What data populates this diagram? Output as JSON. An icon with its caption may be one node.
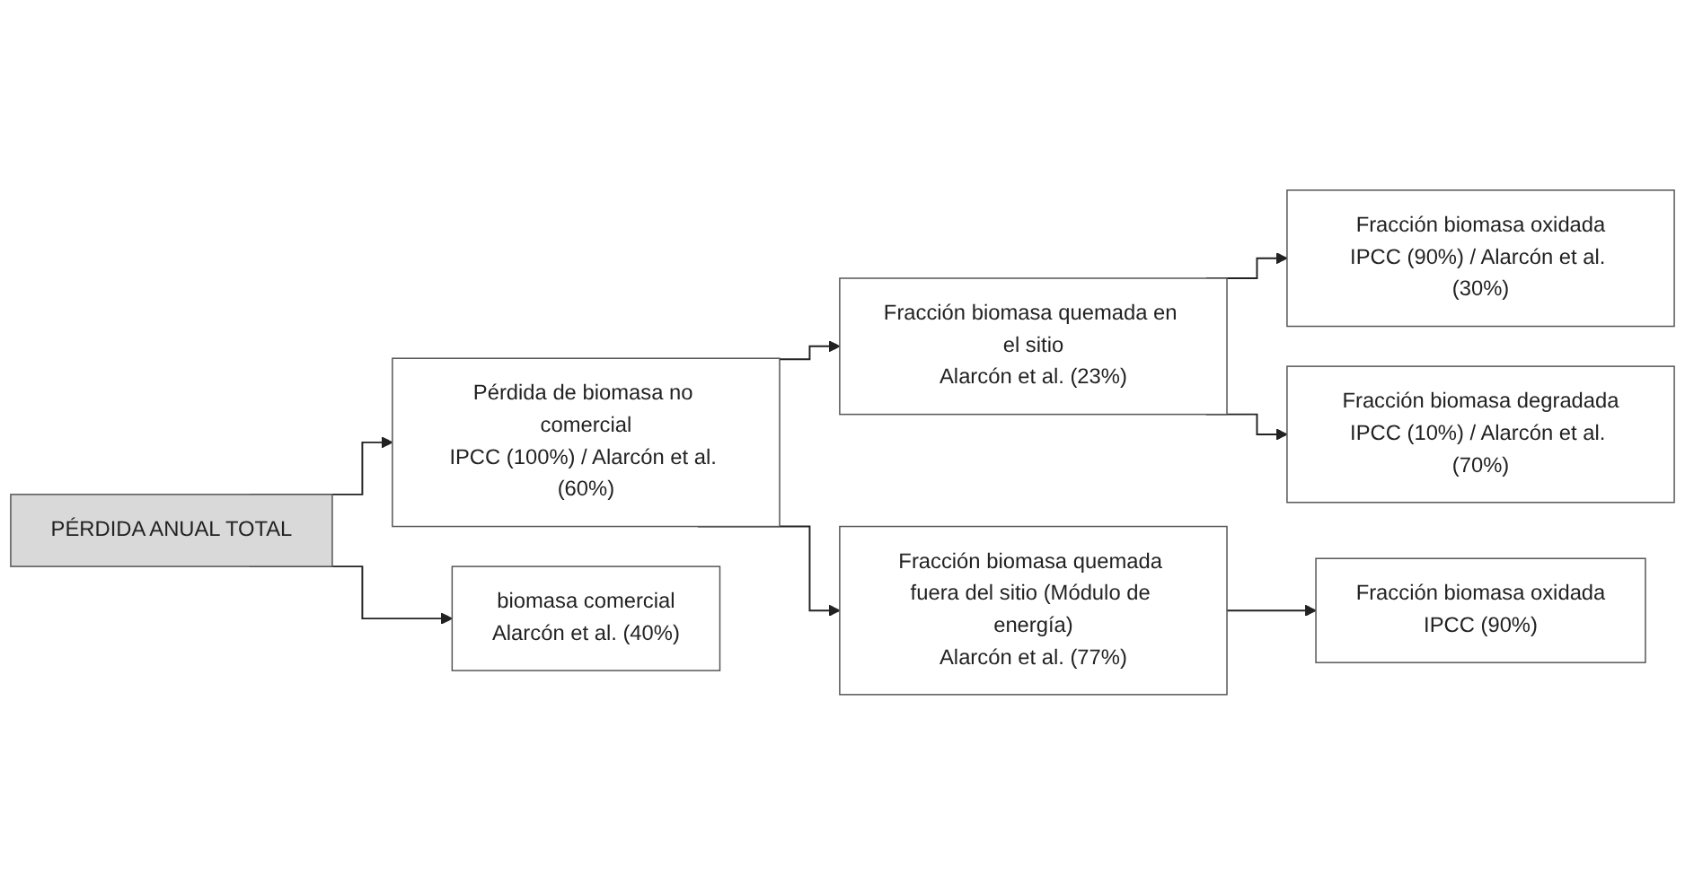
{
  "diagram": {
    "nodes": [
      {
        "text": [
          "PÉRDIDA ANUAL TOTAL"
        ]
      },
      {
        "text": [
          "Pérdida de biomasa no comercial",
          "IPCC (100%) / Alarcón et al. (60%)"
        ]
      },
      {
        "text": [
          "biomasa comercial",
          "Alarcón et al. (40%)"
        ]
      },
      {
        "text": [
          "Fracción biomasa quemada en el sitio",
          "Alarcón et al. (23%)"
        ]
      },
      {
        "text": [
          "Fracción biomasa quemada fuera del sitio (Módulo de energía)",
          "Alarcón et al. (77%)"
        ]
      },
      {
        "text": [
          "Fracción biomasa oxidada",
          "IPCC (90%) / Alarcón et al. (30%)"
        ]
      },
      {
        "text": [
          "Fracción biomasa degradada",
          "IPCC (10%) / Alarcón et al. (70%)"
        ]
      },
      {
        "text": [
          "Fracción biomasa oxidada",
          "IPCC (90%)"
        ]
      }
    ],
    "edges": [
      {
        "from": 0,
        "to": 1,
        "arrow": "to"
      },
      {
        "from": 0,
        "to": 2,
        "arrow": "to"
      },
      {
        "from": 1,
        "to": 3,
        "arrow": "to"
      },
      {
        "from": 1,
        "to": 4,
        "arrow": "to"
      },
      {
        "from": 3,
        "to": 5,
        "arrow": "to"
      },
      {
        "from": 3,
        "to": 6,
        "arrow": "to"
      },
      {
        "from": 4,
        "to": 7,
        "arrow": "to"
      }
    ]
  }
}
